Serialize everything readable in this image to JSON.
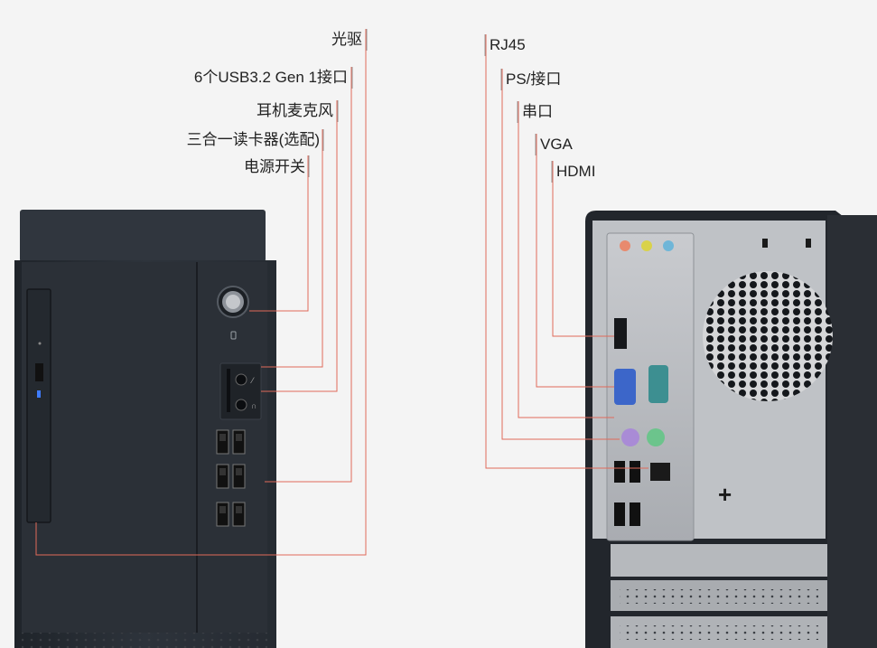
{
  "front_labels": {
    "optical_drive": "光驱",
    "usb_ports": "6个USB3.2 Gen 1接口",
    "audio": "耳机麦克风",
    "card_reader": "三合一读卡器(选配)",
    "power_switch": "电源开关"
  },
  "rear_labels": {
    "rj45": "RJ45",
    "ps2": "PS/接口",
    "serial": "串口",
    "vga": "VGA",
    "hdmi": "HDMI"
  },
  "colors": {
    "leader_line": "#e06a5a",
    "chassis": "#2a2f36",
    "background": "#f4f4f4"
  }
}
